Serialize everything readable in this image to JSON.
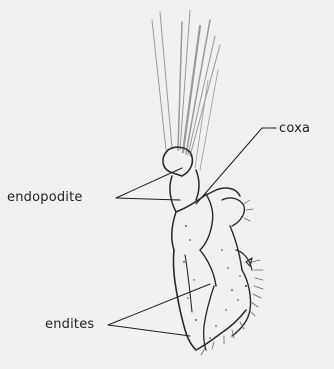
{
  "labels": {
    "coxa": "coxa",
    "endopodite": "endopodite",
    "endites": "endites"
  },
  "colors": {
    "background": "#f1f1f1",
    "ink": "#2a2a2a"
  }
}
